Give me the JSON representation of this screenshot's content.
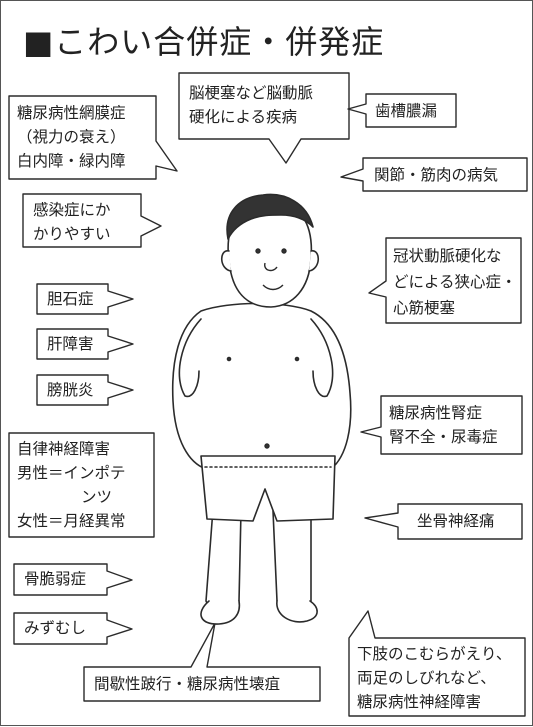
{
  "title": "■こわい合併症・併発症",
  "colors": {
    "ink": "#2b2b2b",
    "paper": "#ffffff",
    "fill": "#ffffff"
  },
  "figure": {
    "icon": "overweight-man-in-underwear"
  },
  "callouts": {
    "eye": {
      "lines": [
        "糖尿病性網膜症",
        "（視力の衰え）",
        "白内障・緑内障"
      ]
    },
    "brain": {
      "lines": [
        "脳梗塞など脳動脈",
        "硬化による疾病"
      ]
    },
    "teeth": {
      "lines": [
        "歯槽膿漏"
      ]
    },
    "joints": {
      "lines": [
        "関節・筋肉の病気"
      ]
    },
    "infection": {
      "lines": [
        "感染症にか",
        "かりやすい"
      ]
    },
    "heart": {
      "lines": [
        "冠状動脈硬化な",
        "どによる狭心症・",
        "心筋梗塞"
      ]
    },
    "gallstone": {
      "lines": [
        "胆石症"
      ]
    },
    "liver": {
      "lines": [
        "肝障害"
      ]
    },
    "bladder": {
      "lines": [
        "膀胱炎"
      ]
    },
    "kidney": {
      "lines": [
        "糖尿病性腎症",
        "腎不全・尿毒症"
      ]
    },
    "autonomic": {
      "lines": [
        "自律神経障害",
        "男性＝インポテ",
        "ンツ",
        "女性＝月経異常"
      ]
    },
    "sciatica": {
      "lines": [
        "坐骨神経痛"
      ]
    },
    "osteoporosis": {
      "lines": [
        "骨脆弱症"
      ]
    },
    "tinea": {
      "lines": [
        "みずむし"
      ]
    },
    "gangrene": {
      "lines": [
        "間歇性跛行・糖尿病性壊疽"
      ]
    },
    "legs": {
      "lines": [
        "下肢のこむらがえり、",
        "両足のしびれなど、",
        "糖尿病性神経障害"
      ]
    }
  }
}
